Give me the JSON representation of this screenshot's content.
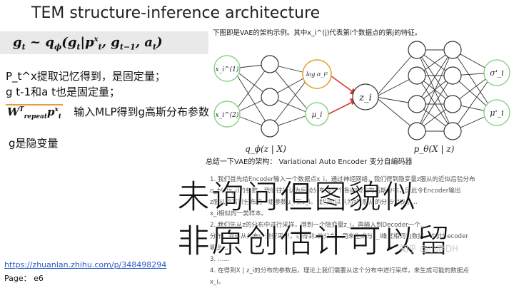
{
  "slide": {
    "title": "TEM structure-inference architecture",
    "formula": {
      "g": "g",
      "t": "t",
      "sim": "~",
      "q": "q",
      "phi": "ϕ",
      "p": "p",
      "x": "x",
      "tminus1": "t−1",
      "a": "a"
    },
    "note1": "P_t^x提取记忆得到，是固定量；",
    "note2": "g t-1和a t也是固定量；",
    "w_symbol": {
      "W": "W",
      "T": "T",
      "repeat": "repeat",
      "p": "p",
      "x": "x",
      "t": "t"
    },
    "w_text": "输入MLP得到g高斯分布参数",
    "g_note": "g是隐变量",
    "link": "https://zhuanlan.zhihu.com/p/348498294",
    "page": "Page： e6"
  },
  "panel": {
    "caption": "下图即是VAE的架构示例。其中x_i^(j)代表第i个数据点的第j的特征。",
    "diagram": {
      "input1": "x_i^(1)",
      "input2": "x_i^(2)",
      "logvar": "log σ_i²",
      "mu": "μ_i",
      "z": "z_i",
      "sigma_out": "σ'_i",
      "mu_out": "μ'_i",
      "encoder": "q_ϕ(z | X)",
      "decoder": "p_θ(X | z)"
    },
    "summary": "总结一下VAE的架构：  Variational Auto Encoder 变分自编码器",
    "paragraphs": [
      "1. 我们首先给Encoder输入一个数据点x_i，通过神经网络，我们得到隐变量z服从的近似后验分布",
      "q_ϕ(z|x_i)的参数。我们往往认为后验分布是一个各向同性的高斯分布，因此令Encoder输出",
      "z服从的高斯分布的一组参数μ_i和σ_i。我们可以认为z所服从的分布代表了...",
      "x_i相似的一类样本。",
      "2. 我们先从z的分布中进行采样，得到一个隐变量z_i，再输入到Decoder一个...",
      "分布。我们从分布中进行采样，以得到z的分布，用来生成与x_i维度相同的数据，由此Decoder",
      "输出……",
      "3. ……",
      "4. 在得到X | z_i的分布的参数后，理论上我们需要从这个分布中进行采样，来生成可能的数据点",
      "x_i。"
    ],
    "watermark": "知乎 @小胖DH"
  },
  "overlay": {
    "line1": "未询问但图貌似",
    "line2": "非原创估计可以留"
  }
}
